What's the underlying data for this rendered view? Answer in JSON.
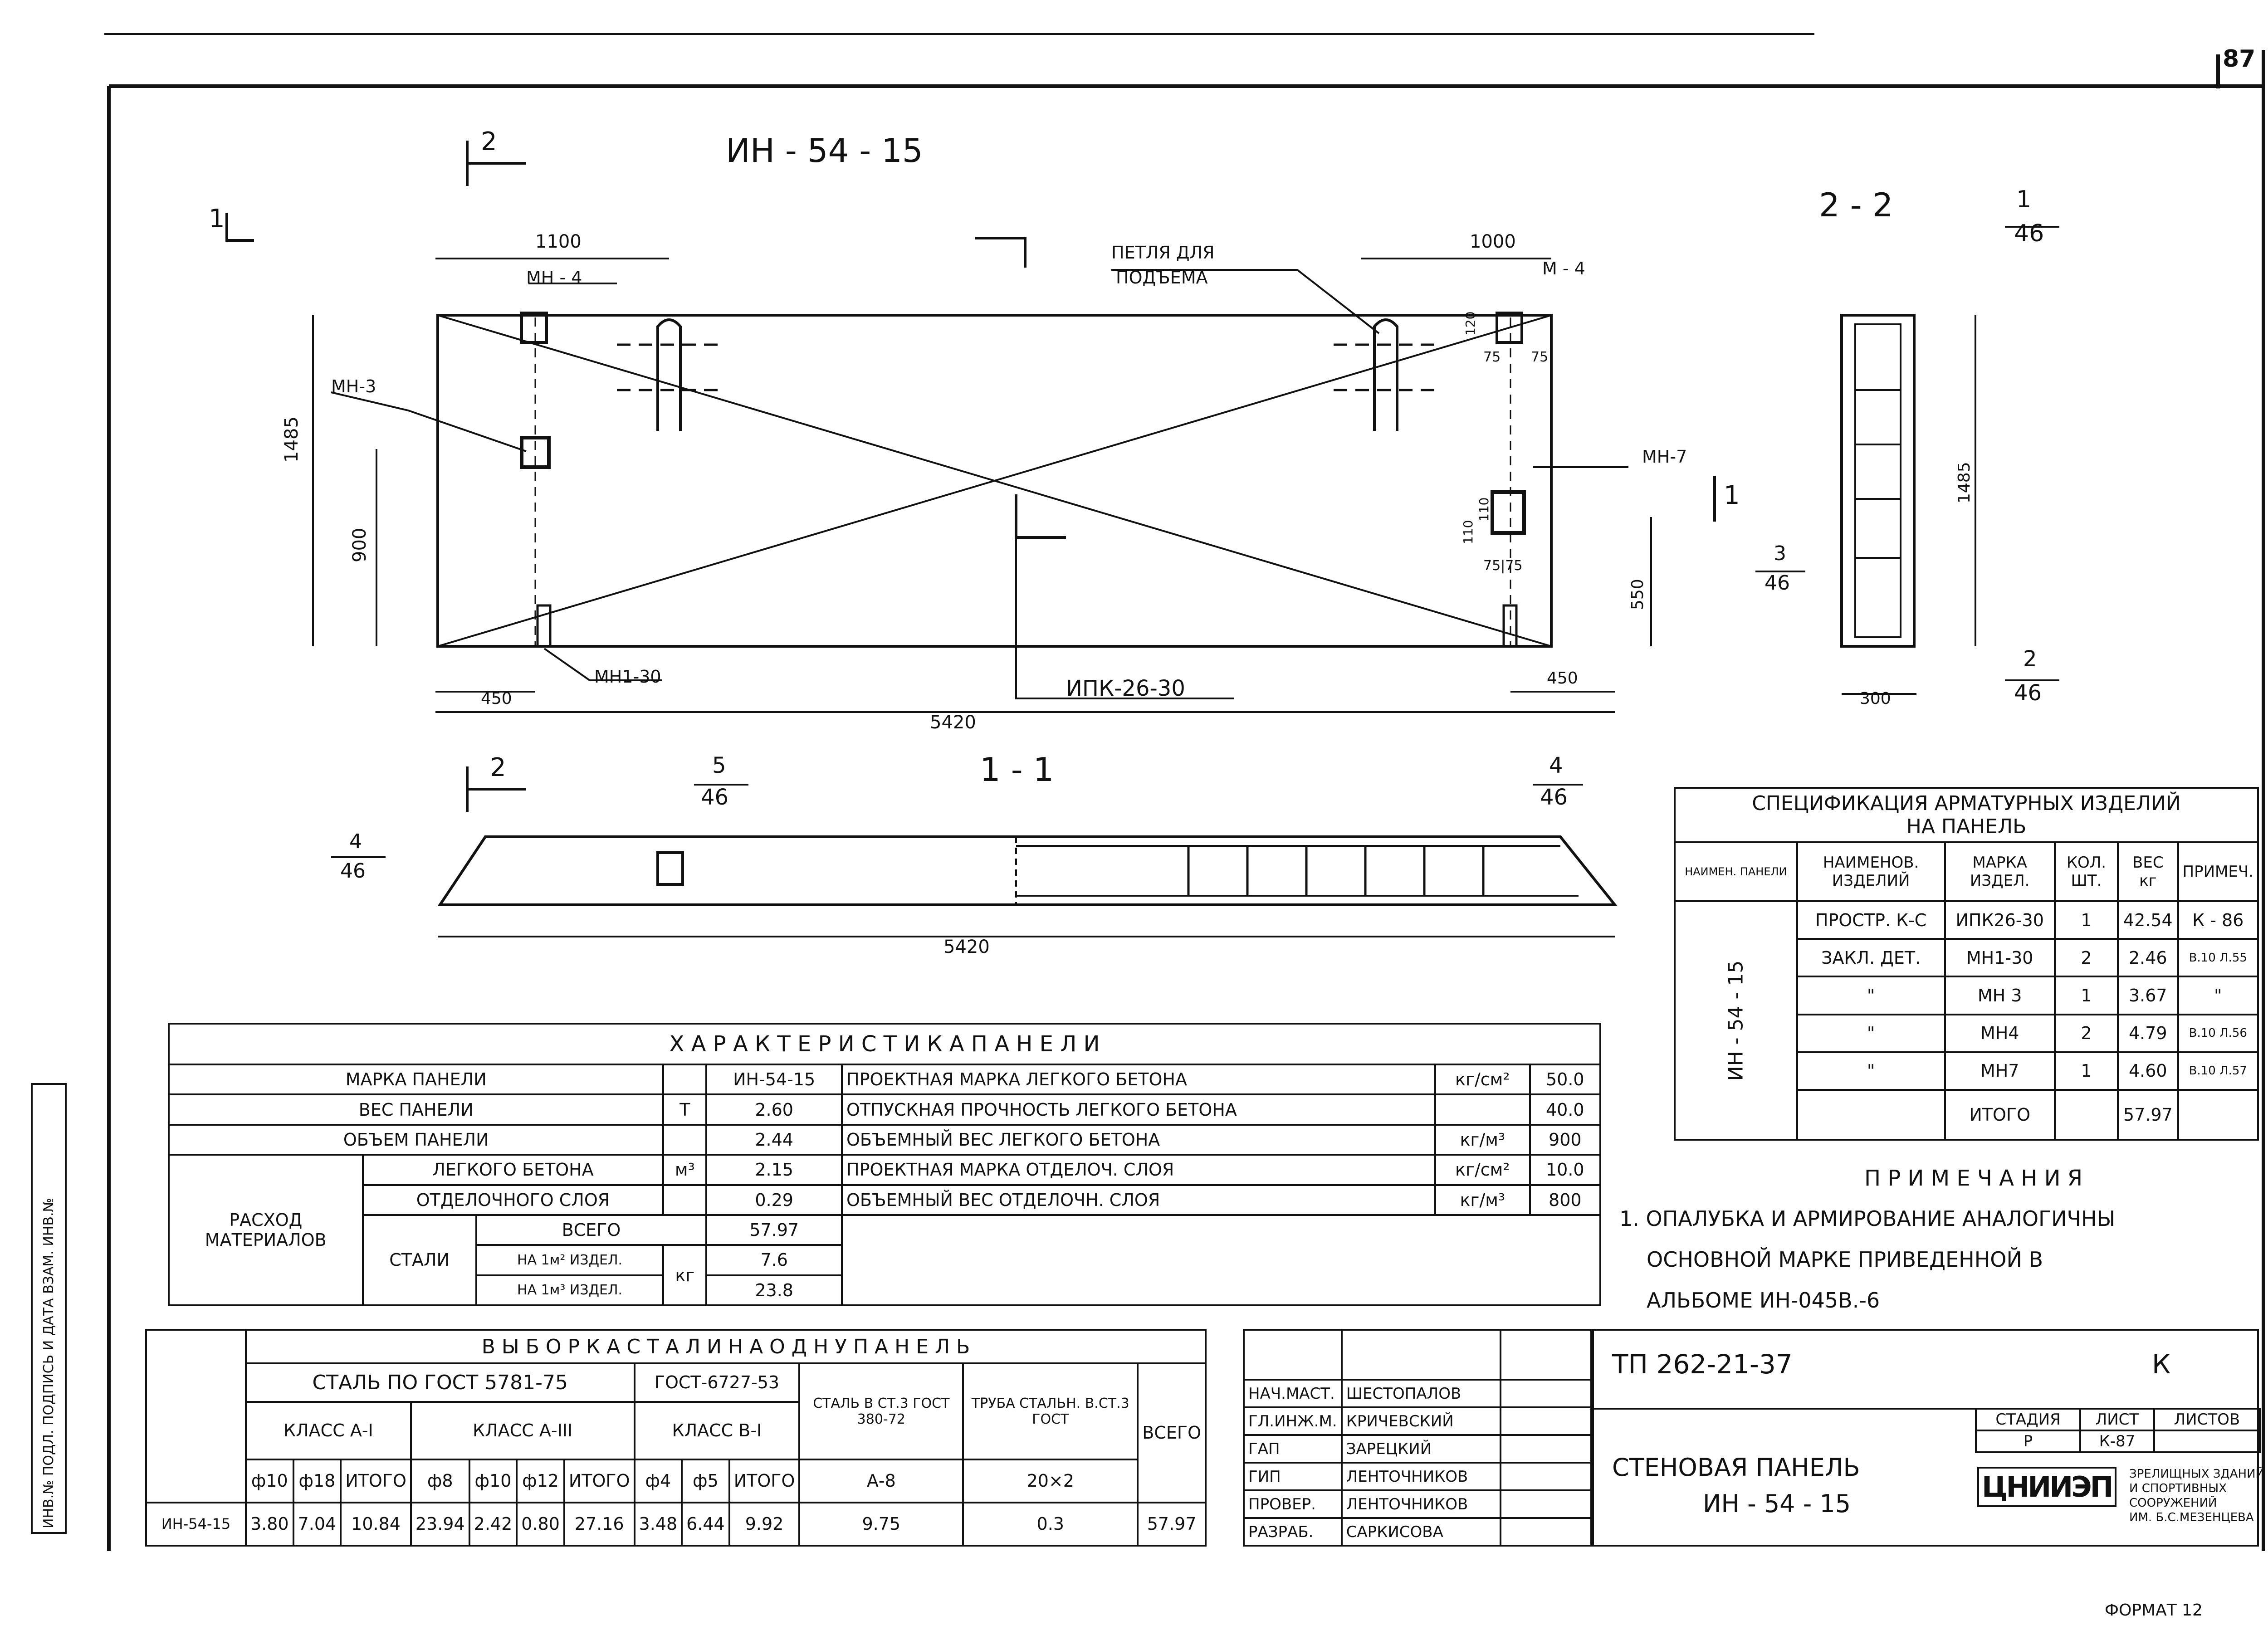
{
  "sheet": {
    "page_number": "87",
    "format": "ФОРМАТ 12",
    "margin_note": "ИНВ.№ ПОДЛ.  ПОДПИСЬ И ДАТА  ВЗАМ. ИНВ.№"
  },
  "drawing": {
    "mark": "ИН - 54 - 15",
    "section_2_2": "2 - 2",
    "section_1_1": "1 - 1",
    "cut_1": "1",
    "cut_2": "2",
    "fraction_top": "1",
    "fraction_46": "46",
    "fraction_5": "5",
    "fraction_4": "4",
    "fraction_3": "3",
    "fraction_2": "2",
    "labels": {
      "mn4": "МН - 4",
      "m4": "М - 4",
      "mn3": "МН-3",
      "mn7": "МН-7",
      "mn1_30": "МН1-30",
      "loop": "ПЕТЛЯ ДЛЯ",
      "loop2": "ПОДЪЕМА",
      "ipk": "ИПК-26-30"
    },
    "dims": {
      "d1100": "1100",
      "d1000": "1000",
      "d1485": "1485",
      "d900": "900",
      "d450a": "450",
      "d450b": "450",
      "d5420a": "5420",
      "d5420b": "5420",
      "d550": "550",
      "d300": "300",
      "d1485b": "1485",
      "d120": "120",
      "d75a": "75",
      "d75b": "75",
      "d110": "110",
      "d110b": "110",
      "d7575": "75|75"
    }
  },
  "characteristics": {
    "title": "Х А Р А К Т Е Р И С Т И К А     П А Н Е Л И",
    "rows_left": [
      {
        "label": "МАРКА   ПАНЕЛИ",
        "unit": "",
        "value": "ИН-54-15"
      },
      {
        "label": "ВЕС   ПАНЕЛИ",
        "unit": "Т",
        "value": "2.60"
      },
      {
        "label": "ОБЪЕМ   ПАНЕЛИ",
        "unit": "",
        "value": "2.44"
      }
    ],
    "consumption_label1": "РАСХОД",
    "consumption_label2": "МАТЕРИАЛОВ",
    "light_concrete": "ЛЕГКОГО БЕТОНА",
    "light_unit": "м³",
    "light_value": "2.15",
    "finish_layer": "ОТДЕЛОЧНОГО СЛОЯ",
    "finish_value": "0.29",
    "steel": "СТАЛИ",
    "steel_total_label": "ВСЕГО",
    "steel_total": "57.97",
    "steel_m2_label": "НА 1м² ИЗДЕЛ.",
    "steel_m2": "7.6",
    "steel_m3_label": "НА 1м³ ИЗДЕЛ.",
    "steel_m3": "23.8",
    "steel_unit": "кг",
    "rows_right": [
      {
        "label": "ПРОЕКТНАЯ МАРКА ЛЕГКОГО БЕТОНА",
        "unit": "кг/см²",
        "value": "50.0"
      },
      {
        "label": "ОТПУСКНАЯ ПРОЧНОСТЬ ЛЕГКОГО БЕТОНА",
        "unit": "",
        "value": "40.0"
      },
      {
        "label": "ОБЪЕМНЫЙ ВЕС ЛЕГКОГО БЕТОНА",
        "unit": "кг/м³",
        "value": "900"
      },
      {
        "label": "ПРОЕКТНАЯ МАРКА ОТДЕЛОЧ. СЛОЯ",
        "unit": "кг/см²",
        "value": "10.0"
      },
      {
        "label": "ОБЪЕМНЫЙ ВЕС ОТДЕЛОЧН. СЛОЯ",
        "unit": "кг/м³",
        "value": "800"
      }
    ]
  },
  "specification": {
    "title1": "СПЕЦИФИКАЦИЯ АРМАТУРНЫХ ИЗДЕЛИЙ",
    "title2": "НА ПАНЕЛЬ",
    "col_panel": "НАИМЕН. ПАНЕЛИ",
    "col_name": "НАИМЕНОВ. ИЗДЕЛИЙ",
    "col_mark": "МАРКА ИЗДЕЛ.",
    "col_qty": "КОЛ. ШТ.",
    "col_weight": "ВЕС кг",
    "col_note": "ПРИМЕЧ.",
    "panel": "ИН - 54 - 15",
    "rows": [
      {
        "name": "ПРОСТР. К-С",
        "mark": "ИПК26-30",
        "qty": "1",
        "weight": "42.54",
        "note": "К - 86"
      },
      {
        "name": "ЗАКЛ. ДЕТ.",
        "mark": "МН1-30",
        "qty": "2",
        "weight": "2.46",
        "note": "В.10 Л.55"
      },
      {
        "name": "\"",
        "mark": "МН 3",
        "qty": "1",
        "weight": "3.67",
        "note": "\""
      },
      {
        "name": "\"",
        "mark": "МН4",
        "qty": "2",
        "weight": "4.79",
        "note": "В.10 Л.56"
      },
      {
        "name": "\"",
        "mark": "МН7",
        "qty": "1",
        "weight": "4.60",
        "note": "В.10 Л.57"
      }
    ],
    "total_label": "ИТОГО",
    "total": "57.97"
  },
  "notes": {
    "title": "П Р И М Е Ч А Н И Я",
    "line1": "1. ОПАЛУБКА И АРМИРОВАНИЕ АНАЛОГИЧНЫ",
    "line2": "ОСНОВНОЙ МАРКЕ ПРИВЕДЕННОЙ В",
    "line3": "АЛЬБОМЕ ИН-045В.-6"
  },
  "steel_selection": {
    "title": "В Ы Б О Р К А     С Т А Л И   Н А   О Д Н У   П А Н Е Л Ь",
    "gost1": "СТАЛЬ ПО ГОСТ 5781-75",
    "gost2": "ГОСТ-6727-53",
    "col_steel_a8": "СТАЛЬ В СТ.3 ГОСТ 380-72",
    "col_pipe": "ТРУБА СТАЛЬН. В.СТ.3 ГОСТ",
    "col_total": "ВСЕГО",
    "class_a1": "КЛАСС А-I",
    "class_a3": "КЛАСС А-III",
    "class_b1": "КЛАСС В-I",
    "headers": [
      "ф10",
      "ф18",
      "ИТОГО",
      "ф8",
      "ф10",
      "ф12",
      "ИТОГО",
      "ф4",
      "ф5",
      "ИТОГО",
      "А-8",
      "20×2"
    ],
    "row_label": "ИН-54-15",
    "values": [
      "3.80",
      "7.04",
      "10.84",
      "23.94",
      "2.42",
      "0.80",
      "27.16",
      "3.48",
      "6.44",
      "9.92",
      "9.75",
      "0.3",
      "57.97"
    ]
  },
  "title_block": {
    "code": "ТП   262-21-37",
    "letter": "К",
    "name1": "СТЕНОВАЯ  ПАНЕЛЬ",
    "name2": "ИН - 54 - 15",
    "stage_label": "СТАДИЯ",
    "sheet_label": "ЛИСТ",
    "sheets_label": "ЛИСТОВ",
    "stage": "Р",
    "sheet": "К-87",
    "org_logo": "ЦНИИЭП",
    "org1": "ЗРЕЛИЩНЫХ ЗДАНИЙ",
    "org2": "И СПОРТИВНЫХ",
    "org3": "СООРУЖЕНИЙ",
    "org4": "ИМ. Б.С.МЕЗЕНЦЕВА",
    "signatures": [
      {
        "role": "НАЧ.МАСТ.",
        "name": "ШЕСТОПАЛОВ"
      },
      {
        "role": "ГЛ.ИНЖ.М.",
        "name": "КРИЧЕВСКИЙ"
      },
      {
        "role": "ГАП",
        "name": "ЗАРЕЦКИЙ"
      },
      {
        "role": "ГИП",
        "name": "ЛЕНТОЧНИКОВ"
      },
      {
        "role": "ПРОВЕР.",
        "name": "ЛЕНТОЧНИКОВ"
      },
      {
        "role": "РАЗРАБ.",
        "name": "САРКИСОВА"
      }
    ]
  }
}
